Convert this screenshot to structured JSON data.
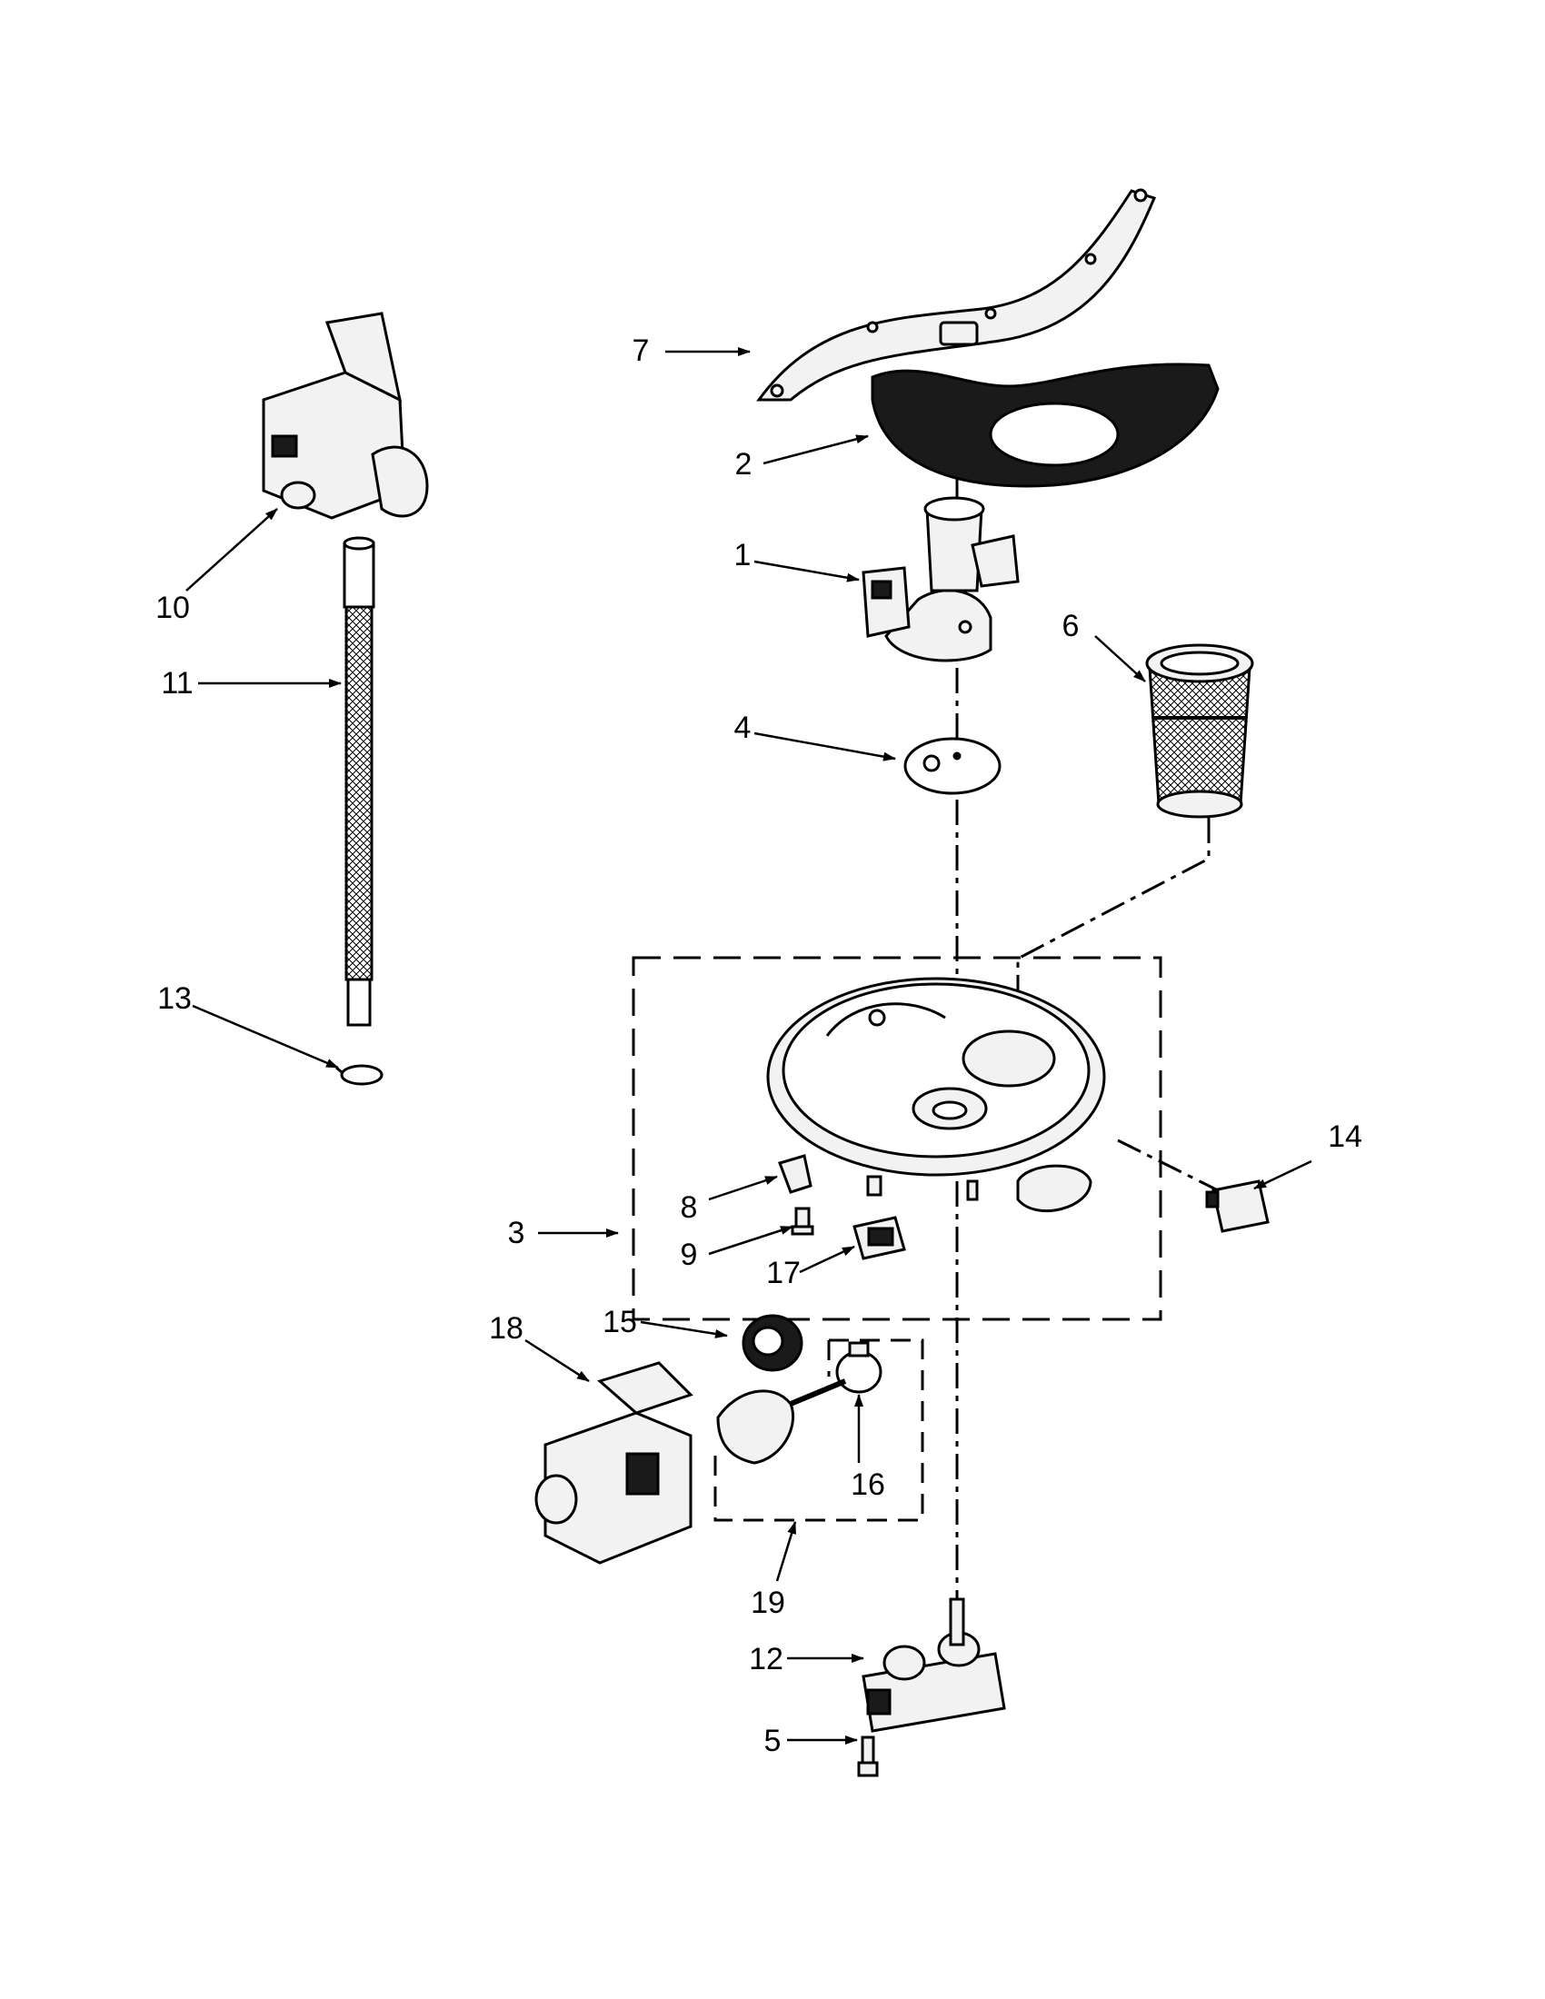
{
  "callouts": {
    "c1": "1",
    "c2": "2",
    "c3": "3",
    "c4": "4",
    "c5": "5",
    "c6": "6",
    "c7": "7",
    "c8": "8",
    "c9": "9",
    "c10": "10",
    "c11": "11",
    "c12": "12",
    "c13": "13",
    "c14": "14",
    "c15": "15",
    "c16": "16",
    "c17": "17",
    "c18": "18",
    "c19": "19"
  },
  "colors": {
    "line": "#000000",
    "part_fill": "#f2f2f2",
    "dark_fill": "#1a1a1a",
    "background": "#ffffff"
  }
}
